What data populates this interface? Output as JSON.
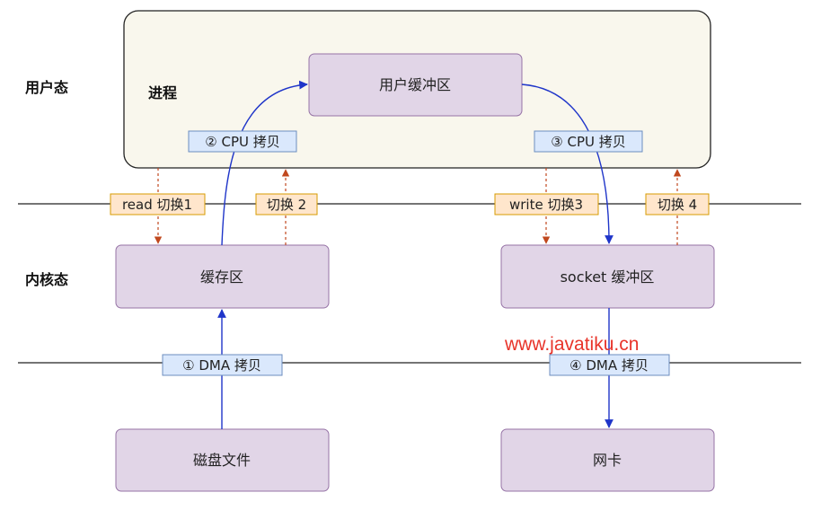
{
  "layers": {
    "user_mode": "用户态",
    "kernel_mode": "内核态"
  },
  "process": {
    "label": "进程",
    "user_buffer": "用户缓冲区"
  },
  "kernel": {
    "page_cache": "缓存区",
    "socket_buffer": "socket 缓冲区"
  },
  "hardware": {
    "disk_file": "磁盘文件",
    "nic": "网卡"
  },
  "copies": {
    "dma_1": "① DMA 拷贝",
    "cpu_2": "② CPU 拷贝",
    "cpu_3": "③ CPU 拷贝",
    "dma_4": "④ DMA 拷贝"
  },
  "switches": {
    "s1": "read 切换1",
    "s2": "切换 2",
    "s3": "write 切换3",
    "s4": "切换 4"
  },
  "watermark": "www.javatiku.cn",
  "colors": {
    "process_fill": "#f9f7ed",
    "box_fill": "#e1d5e7",
    "box_stroke": "#9673a6",
    "copy_label_fill": "#dae8fc",
    "copy_label_stroke": "#6c8ebf",
    "switch_label_fill": "#ffe6cc",
    "switch_label_stroke": "#d79b00",
    "data_arrow": "#1f35c9",
    "switch_arrow": "#c0481e",
    "watermark": "#e8342a"
  }
}
